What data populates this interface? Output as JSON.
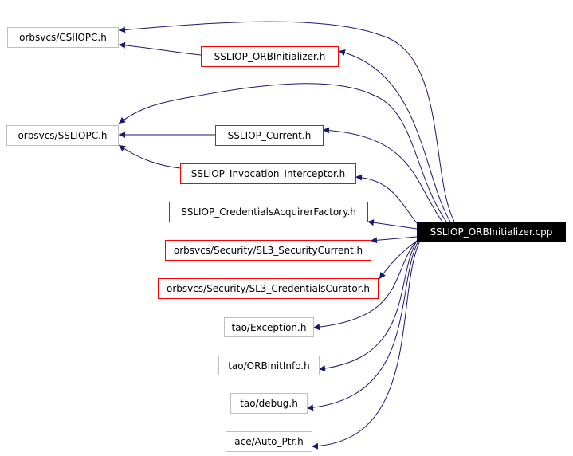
{
  "graph": {
    "root": "SSLIOP_ORBInitializer.cpp",
    "nodes": [
      {
        "id": "csiiopc",
        "label": "orbsvcs/CSIIOPC.h",
        "style": "gray"
      },
      {
        "id": "orbinit_h",
        "label": "SSLIOP_ORBInitializer.h",
        "style": "red"
      },
      {
        "id": "ssliopc",
        "label": "orbsvcs/SSLIOPC.h",
        "style": "gray"
      },
      {
        "id": "current",
        "label": "SSLIOP_Current.h",
        "style": "red"
      },
      {
        "id": "invocation",
        "label": "SSLIOP_Invocation_Interceptor.h",
        "style": "red"
      },
      {
        "id": "credfactory",
        "label": "SSLIOP_CredentialsAcquirerFactory.h",
        "style": "red"
      },
      {
        "id": "sl3current",
        "label": "orbsvcs/Security/SL3_SecurityCurrent.h",
        "style": "red"
      },
      {
        "id": "sl3curator",
        "label": "orbsvcs/Security/SL3_CredentialsCurator.h",
        "style": "red"
      },
      {
        "id": "exception",
        "label": "tao/Exception.h",
        "style": "gray"
      },
      {
        "id": "orbinitinfo",
        "label": "tao/ORBInitInfo.h",
        "style": "gray"
      },
      {
        "id": "debug",
        "label": "tao/debug.h",
        "style": "gray"
      },
      {
        "id": "autoptr",
        "label": "ace/Auto_Ptr.h",
        "style": "gray"
      }
    ],
    "edge_color": "#191970",
    "border_colors": {
      "gray": "#bfbfbf",
      "red": "#ff0000",
      "root": "#000000"
    }
  }
}
